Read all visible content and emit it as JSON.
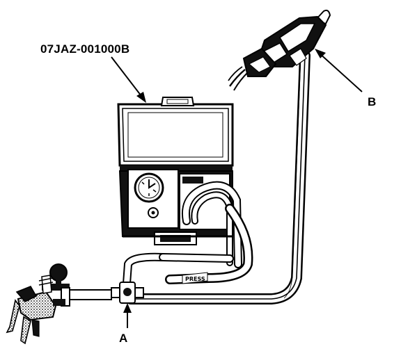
{
  "labels": {
    "tool_number": "07JAZ-001000B",
    "callout_a": "A",
    "callout_b": "B",
    "hose_tag": "PRESS"
  },
  "colors": {
    "ink": "#000000",
    "paper": "#ffffff",
    "fill_gray": "#bdbdbd",
    "dark_panel": "#1a1a1a"
  }
}
